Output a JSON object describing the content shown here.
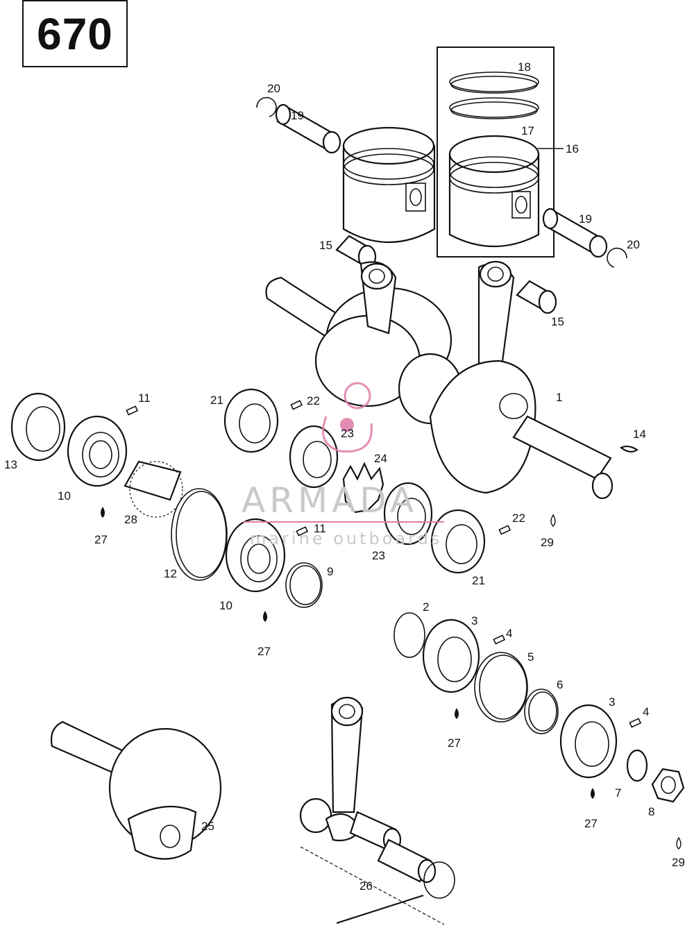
{
  "diagram_code": "670",
  "callouts": {
    "c1": "1",
    "c2": "2",
    "c3a": "3",
    "c3b": "3",
    "c4a": "4",
    "c4b": "4",
    "c5": "5",
    "c6": "6",
    "c7": "7",
    "c8": "8",
    "c9": "9",
    "c10a": "10",
    "c10b": "10",
    "c11a": "11",
    "c11b": "11",
    "c12": "12",
    "c13": "13",
    "c14": "14",
    "c15a": "15",
    "c15b": "15",
    "c16": "16",
    "c17": "17",
    "c18": "18",
    "c19a": "19",
    "c19b": "19",
    "c20a": "20",
    "c20b": "20",
    "c21a": "21",
    "c21b": "21",
    "c22a": "22",
    "c22b": "22",
    "c23a": "23",
    "c23b": "23",
    "c24": "24",
    "c25": "25",
    "c26": "26",
    "c27a": "27",
    "c27b": "27",
    "c27c": "27",
    "c27d": "27",
    "c28": "28",
    "c29a": "29",
    "c29b": "29"
  },
  "watermark": {
    "brand": "ARMADA",
    "tagline": "marine outboards",
    "logo_color": "#e07aa8"
  }
}
